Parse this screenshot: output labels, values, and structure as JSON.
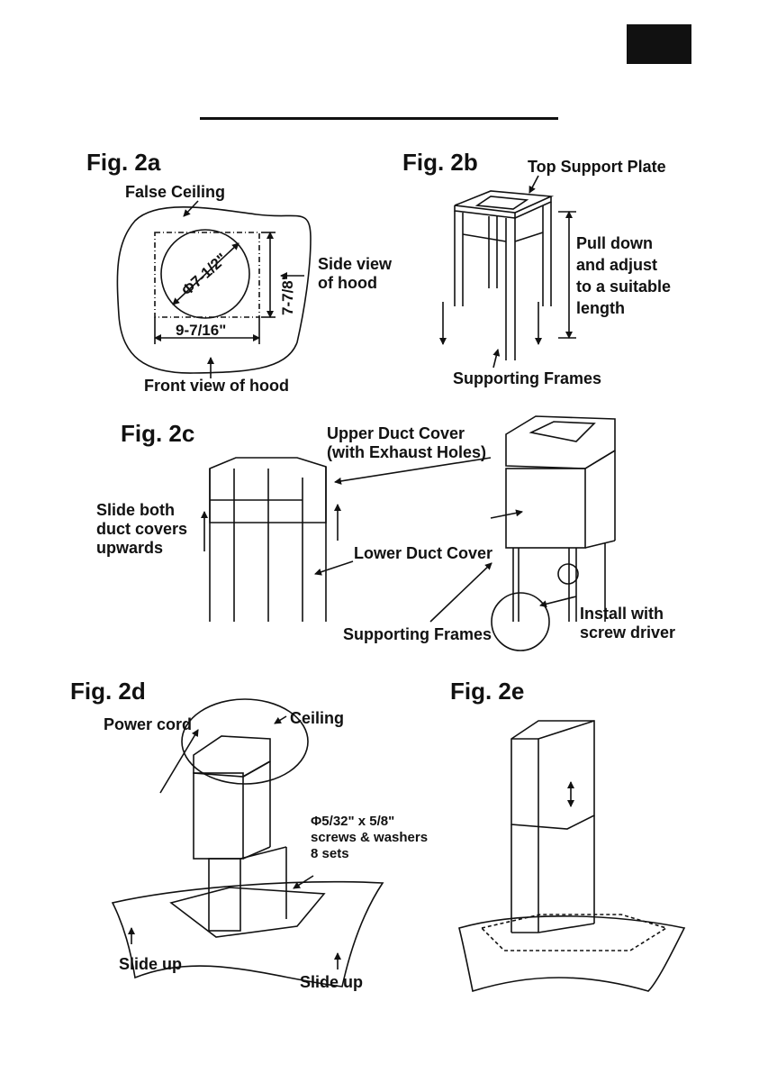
{
  "figures": {
    "fig2a": {
      "title": "Fig. 2a",
      "false_ceiling": "False Ceiling",
      "diameter": "Φ7-1/2\"",
      "height_dim": "7-7/8\"",
      "width_dim": "9-7/16\"",
      "side_view": "Side view\nof hood",
      "front_view": "Front view of hood"
    },
    "fig2b": {
      "title": "Fig. 2b",
      "top_support_plate": "Top Support Plate",
      "pull_down": "Pull down\nand adjust\nto a suitable\nlength",
      "supporting_frames": "Supporting Frames"
    },
    "fig2c": {
      "title": "Fig. 2c",
      "upper_duct_cover": "Upper Duct Cover\n(with Exhaust Holes)",
      "slide_both": "Slide both\nduct covers\nupwards",
      "lower_duct_cover": "Lower Duct Cover",
      "supporting_frames": "Supporting Frames",
      "install_with": "Install with\nscrew driver"
    },
    "fig2d": {
      "title": "Fig. 2d",
      "power_cord": "Power cord",
      "ceiling": "Ceiling",
      "screws": "Φ5/32\" x 5/8\"\nscrews & washers\n8 sets",
      "slide_up_left": "Slide up",
      "slide_up_right": "Slide up"
    },
    "fig2e": {
      "title": "Fig. 2e"
    }
  }
}
